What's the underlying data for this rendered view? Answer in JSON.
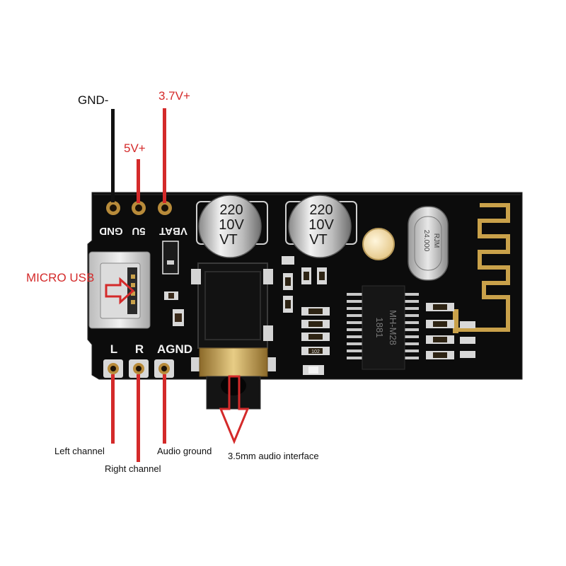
{
  "callouts": {
    "gnd": "GND-",
    "v37": "3.7V+",
    "v5": "5V+",
    "micro_usb": "MICRO USB",
    "left_channel": "Left channel",
    "right_channel": "Right channel",
    "audio_ground": "Audio ground",
    "audio_interface": "3.5mm audio interface"
  },
  "board": {
    "pin_gnd": "GND",
    "pin_5v": "5U",
    "pin_vbat": "VBAT",
    "pin_l": "L",
    "pin_r": "R",
    "pin_agnd": "AGND",
    "cap1_value": "220",
    "cap1_voltage": "10V",
    "cap1_series": "VT",
    "cap2_value": "220",
    "cap2_voltage": "10V",
    "cap2_series": "VT",
    "chip_label_1": "MH-M28",
    "chip_label_2": "1881",
    "crystal_label_1": "RJM",
    "crystal_label_2": "24.000",
    "res_label": "102"
  },
  "colors": {
    "accent_red": "#d42a2a",
    "wire_black": "#111111",
    "board_black": "#0c0c0c",
    "gold": "#c9a14a"
  }
}
